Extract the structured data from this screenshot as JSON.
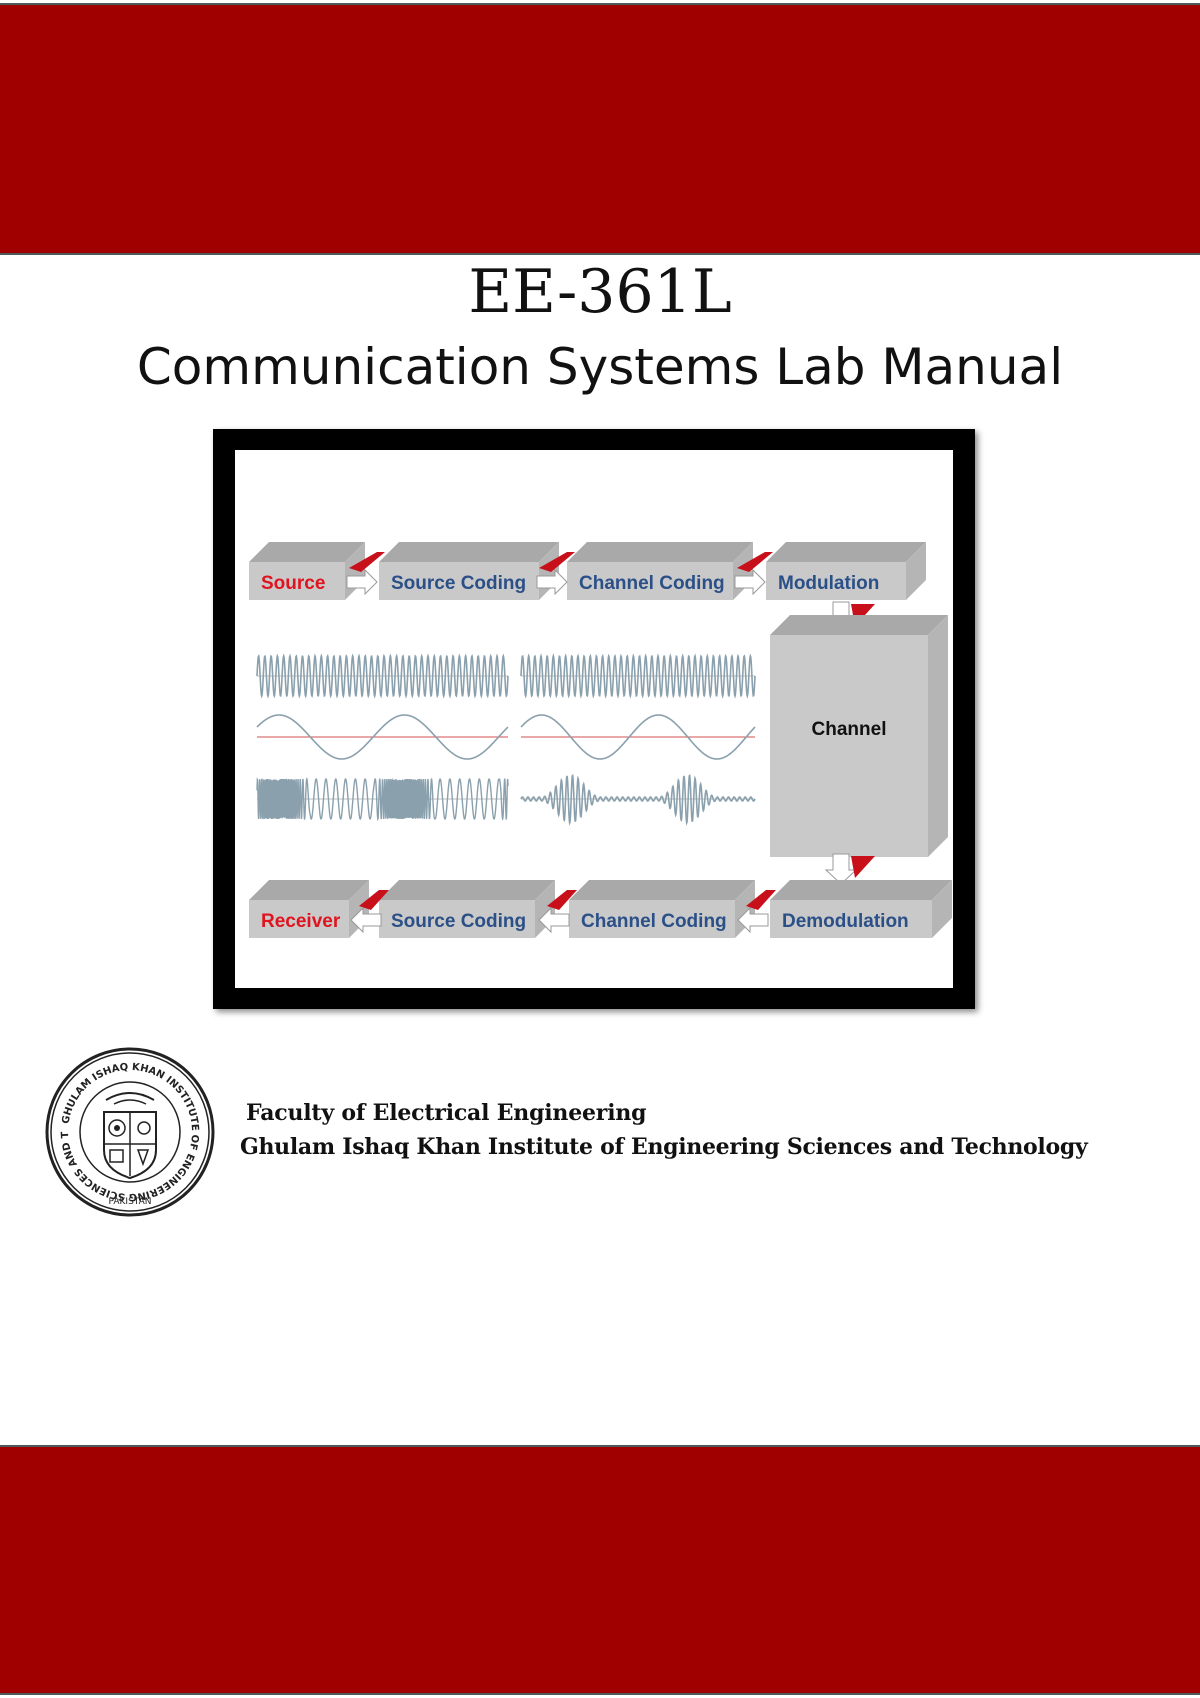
{
  "document": {
    "course_code": "EE-361L",
    "title": "Communication Systems Lab Manual",
    "faculty": "Faculty of Electrical Engineering",
    "institute": "Ghulam Ishaq Khan Institute of Engineering Sciences and Technology"
  },
  "colors": {
    "band": "#a00000",
    "band_border": "#4d5a5a",
    "block_face": "#c9c9c9",
    "block_top": "#a9a9a9",
    "label_red": "#e0141e",
    "label_blue": "#2b4f87",
    "arrow_red": "#c8101a",
    "wave": "#8aa0ad",
    "baseline_red": "#d25050"
  },
  "diagram": {
    "tx_blocks": [
      {
        "label": "Source",
        "color": "red"
      },
      {
        "label": "Source Coding",
        "color": "blue"
      },
      {
        "label": "Channel Coding",
        "color": "blue"
      },
      {
        "label": "Modulation",
        "color": "blue"
      }
    ],
    "channel_label": "Channel",
    "rx_blocks": [
      {
        "label": "Receiver",
        "color": "red"
      },
      {
        "label": "Source Coding",
        "color": "blue"
      },
      {
        "label": "Channel Coding",
        "color": "blue"
      },
      {
        "label": "Demodulation",
        "color": "blue"
      }
    ]
  },
  "seal": {
    "ring_text": "GHULAM ISHAQ KHAN INSTITUTE OF ENGINEERING SCIENCES AND TECHNOLOGY",
    "country": "PAKISTAN"
  }
}
